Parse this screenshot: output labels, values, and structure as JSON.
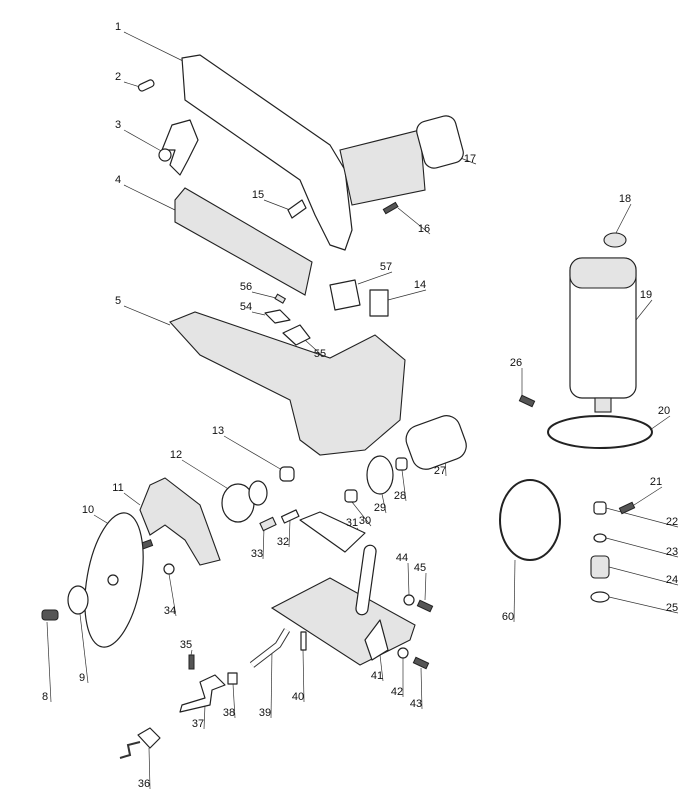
{
  "diagram": {
    "type": "exploded-parts-diagram",
    "part_numbers": [
      "1",
      "2",
      "3",
      "4",
      "5",
      "8",
      "9",
      "10",
      "11",
      "12",
      "13",
      "14",
      "15",
      "16",
      "17",
      "18",
      "19",
      "20",
      "21",
      "22",
      "23",
      "24",
      "25",
      "26",
      "27",
      "28",
      "29",
      "30",
      "31",
      "32",
      "33",
      "34",
      "35",
      "36",
      "37",
      "38",
      "39",
      "40",
      "41",
      "42",
      "43",
      "44",
      "45",
      "54",
      "55",
      "56",
      "57",
      "60"
    ]
  }
}
